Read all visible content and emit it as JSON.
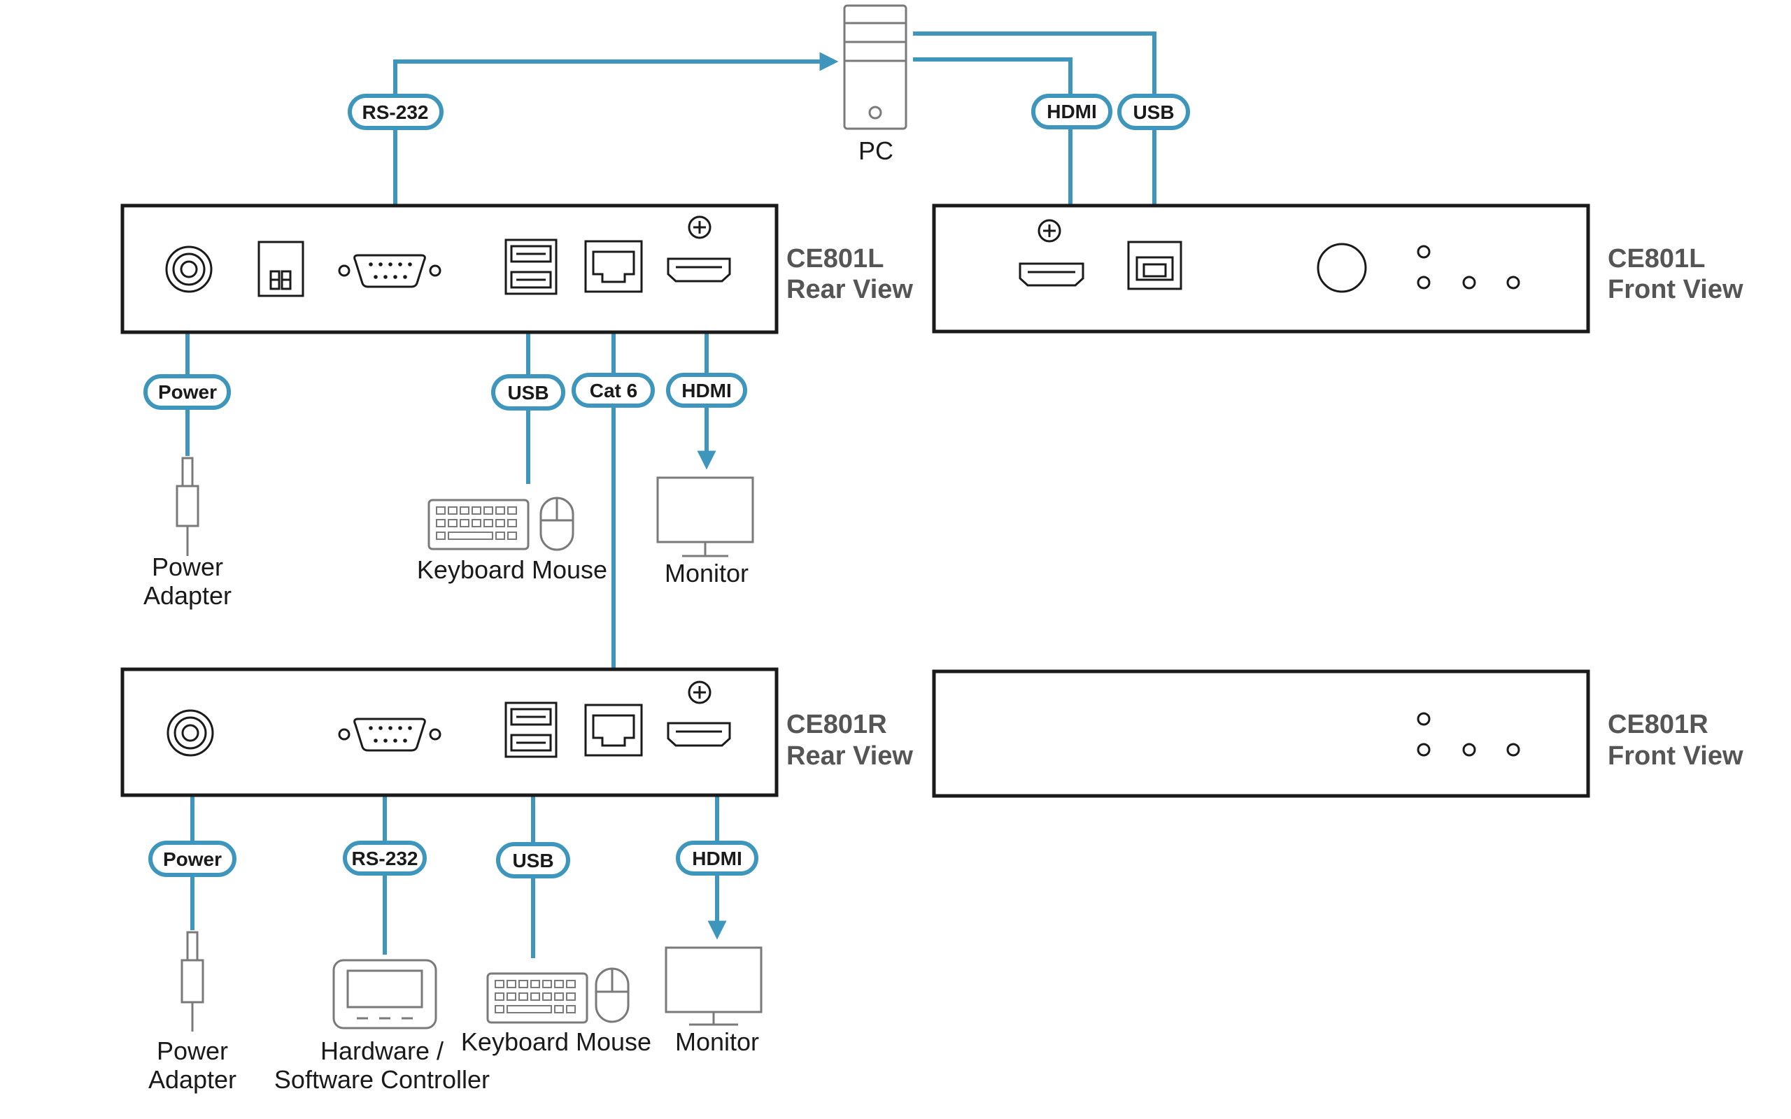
{
  "colors": {
    "cable": "#3f96bd",
    "box_stroke": "#1a1a1a",
    "device_stroke": "#7a7a7a",
    "title": "#555555"
  },
  "pc": {
    "label": "PC"
  },
  "ce801l_rear": {
    "name": "CE801L",
    "view": "Rear View"
  },
  "ce801l_front": {
    "name": "CE801L",
    "view": "Front View"
  },
  "ce801r_rear": {
    "name": "CE801R",
    "view": "Rear View"
  },
  "ce801r_front": {
    "name": "CE801R",
    "view": "Front View"
  },
  "cables": {
    "top_rs232": "RS-232",
    "top_hdmi": "HDMI",
    "top_usb": "USB",
    "l_power": "Power",
    "l_usb": "USB",
    "cat6": "Cat 6",
    "l_hdmi": "HDMI",
    "r_power": "Power",
    "r_rs232": "RS-232",
    "r_usb": "USB",
    "r_hdmi": "HDMI"
  },
  "devices": {
    "l_power_adapter": [
      "Power",
      "Adapter"
    ],
    "l_keyboard_mouse": "Keyboard Mouse",
    "l_monitor": "Monitor",
    "r_power_adapter": [
      "Power",
      "Adapter"
    ],
    "r_controller": [
      "Hardware /",
      "Software Controller"
    ],
    "r_keyboard_mouse": "Keyboard Mouse",
    "r_monitor": "Monitor"
  }
}
